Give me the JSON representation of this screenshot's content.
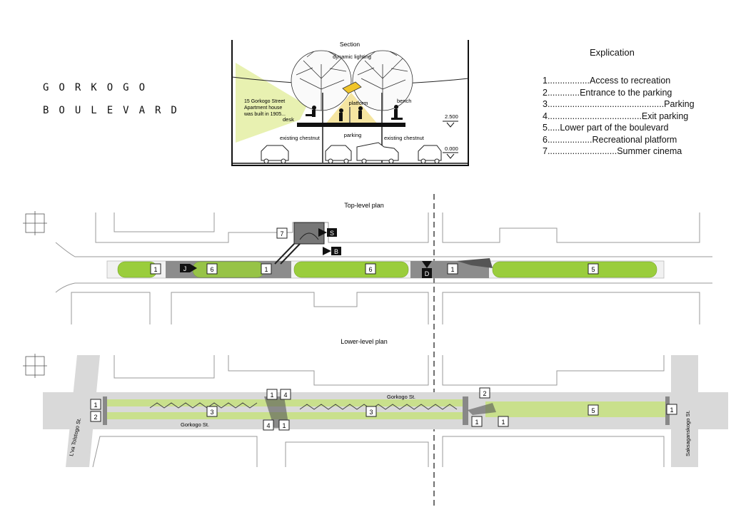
{
  "title": {
    "line1": "GORKOGO",
    "line2": "BOULEVARD"
  },
  "section": {
    "heading": "Section",
    "labels": {
      "dynamic_lighting": "dynamic lighting",
      "platform": "platform",
      "bench": "bench",
      "desk": "desk",
      "parking": "parking",
      "chestnut_left": "existing chestnut",
      "chestnut_right": "existing chestnut",
      "history_1": "15 Gorkogo Street",
      "history_2": "Apartment house",
      "history_3": "was built in 1905...",
      "level_top": "2.500",
      "level_bottom": "0.000"
    }
  },
  "explication": {
    "heading": "Explication",
    "items": [
      "1.................Access to recreation",
      "2.............Entrance to the parking",
      "3...............................................Parking",
      "4......................................Exit parking",
      "5.....Lower part of the boulevard",
      "6..................Recreational platform",
      "7............................Summer cinema"
    ]
  },
  "top_plan": {
    "heading": "Top-level plan",
    "markers": [
      "7",
      "S",
      "B",
      "1",
      "J",
      "6",
      "1",
      "6",
      "D",
      "1",
      "5"
    ]
  },
  "lower_plan": {
    "heading": "Lower-level plan",
    "markers": [
      "1",
      "2",
      "3",
      "1",
      "4",
      "4",
      "1",
      "3",
      "2",
      "1",
      "1",
      "5",
      "1"
    ],
    "streets": {
      "left": "L'va Tolstogo St.",
      "right": "Saksaganskogo St.",
      "gorkogo_top": "Gorkogo St.",
      "gorkogo_bottom": "Gorkogo St."
    }
  },
  "colors": {
    "tree_green": "#9acd3c",
    "strip_green": "#c9e08c",
    "road_gray": "#d9d9d9",
    "platform_gray": "#8c8c8c",
    "light_cone": "#e6f0a8",
    "light_cone_yellow": "#f3df8a"
  }
}
